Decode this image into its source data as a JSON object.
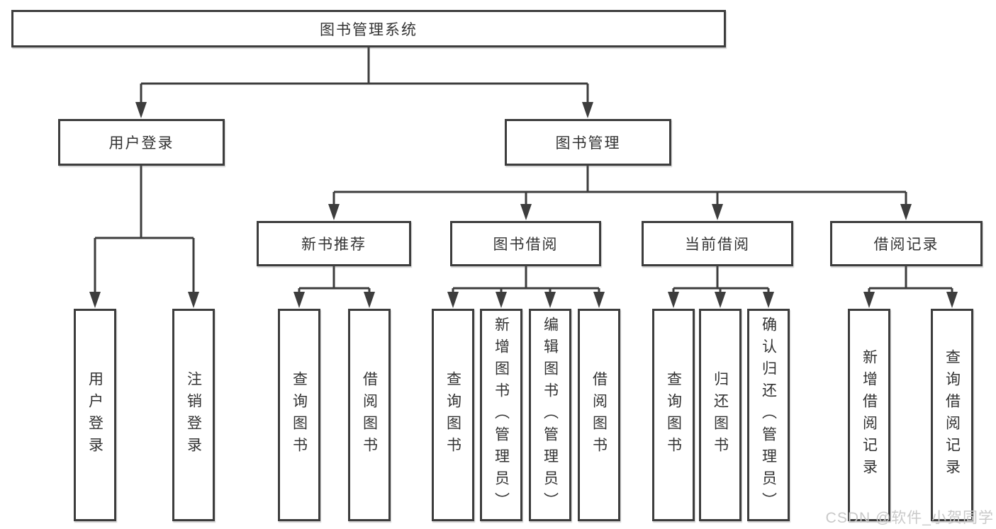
{
  "colors": {
    "line": "#3d3d3d",
    "box_border": "#3d3d3d",
    "text": "#333333",
    "background": "#ffffff",
    "watermark": "#c9c9c9"
  },
  "tree": {
    "root": {
      "label": "图书管理系统",
      "children": [
        {
          "label": "用户登录",
          "children": [
            {
              "label": "用户登录"
            },
            {
              "label": "注销登录"
            }
          ]
        },
        {
          "label": "图书管理",
          "children": [
            {
              "label": "新书推荐",
              "children": [
                {
                  "label": "查询图书"
                },
                {
                  "label": "借阅图书"
                }
              ]
            },
            {
              "label": "图书借阅",
              "children": [
                {
                  "label": "查询图书"
                },
                {
                  "label": "新增图书（管理员）"
                },
                {
                  "label": "编辑图书（管理员）"
                },
                {
                  "label": "借阅图书"
                }
              ]
            },
            {
              "label": "当前借阅",
              "children": [
                {
                  "label": "查询图书"
                },
                {
                  "label": "归还图书"
                },
                {
                  "label": "确认归还（管理员）"
                }
              ]
            },
            {
              "label": "借阅记录",
              "children": [
                {
                  "label": "新增借阅记录"
                },
                {
                  "label": "查询借阅记录"
                }
              ]
            }
          ]
        }
      ]
    }
  },
  "watermark": {
    "text": "CSDN @软件_小贺同学"
  }
}
